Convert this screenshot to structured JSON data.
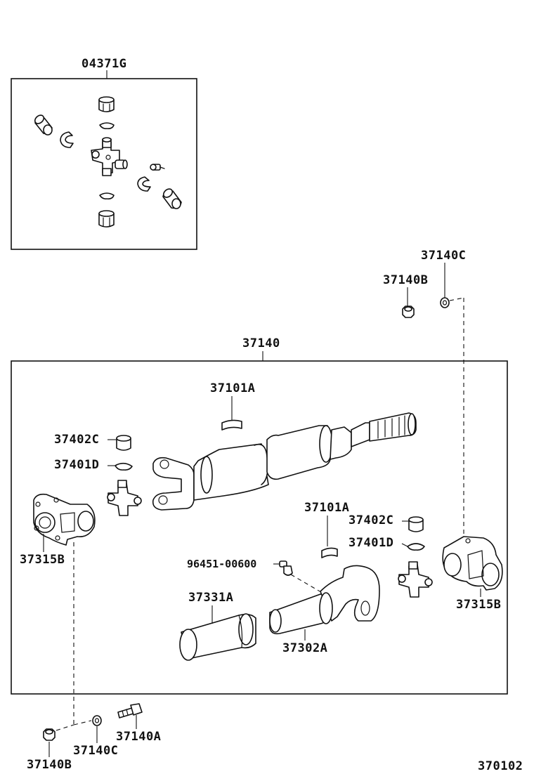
{
  "diagram": {
    "labels": {
      "kit_04371G": "04371G",
      "assy_37140": "37140",
      "nut_37140B_top": "37140B",
      "washer_37140C_top": "37140C",
      "weight_37101A_upper": "37101A",
      "weight_37101A_lower": "37101A",
      "bearing_37402C_left": "37402C",
      "snapring_37401D_left": "37401D",
      "bearing_37402C_right": "37402C",
      "snapring_37401D_right": "37401D",
      "flange_37315B_left": "37315B",
      "flange_37315B_right": "37315B",
      "fitting_96451": "96451-00600",
      "boot_37331A": "37331A",
      "yoke_37302A": "37302A",
      "bolt_37140A": "37140A",
      "washer_37140C_bottom": "37140C",
      "nut_37140B_bottom": "37140B",
      "diagram_ref": "370102"
    }
  }
}
